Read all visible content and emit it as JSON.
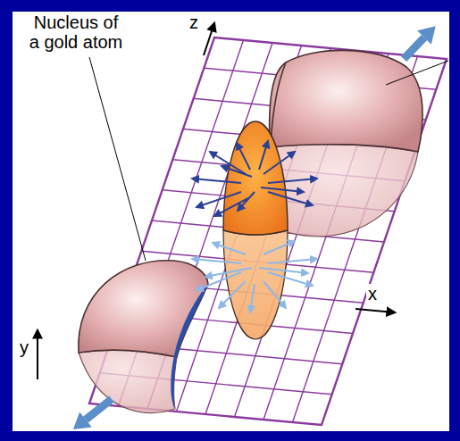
{
  "diagram": {
    "labels": [
      "Nucleus of a gold atom",
      "z",
      "y",
      "x"
    ]
  }
}
